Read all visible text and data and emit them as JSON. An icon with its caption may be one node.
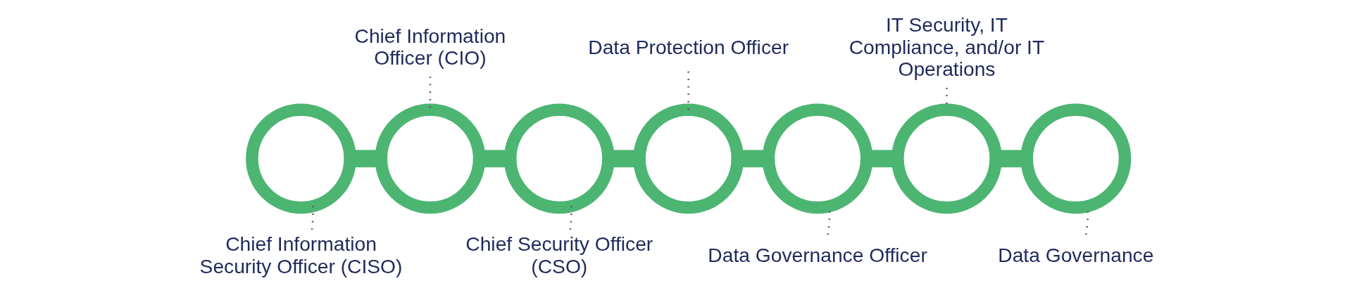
{
  "diagram": {
    "nodes": [
      {
        "text": [],
        "shape": "circle"
      },
      {
        "text": [],
        "shape": "circle"
      },
      {
        "text": [],
        "shape": "circle"
      },
      {
        "text": [],
        "shape": "circle"
      },
      {
        "text": [],
        "shape": "circle"
      },
      {
        "text": [],
        "shape": "circle"
      },
      {
        "text": [],
        "shape": "circle"
      },
      {
        "text": [
          "Chief Information Security Officer (CISO)"
        ]
      },
      {
        "text": [
          "Chief Information Officer (CIO)"
        ]
      },
      {
        "text": [
          "Chief Security Officer (CSO)"
        ]
      },
      {
        "text": [
          "Data Protection Officer"
        ]
      },
      {
        "text": [
          "Data Governance Officer"
        ]
      },
      {
        "text": [
          "IT Security, IT Compliance, and/or IT Operations"
        ]
      },
      {
        "text": [
          "Data Governance"
        ]
      }
    ],
    "edges": [
      {
        "from": 0,
        "to": 1,
        "arrow": "none",
        "style": "thick",
        "color": "#4cb572"
      },
      {
        "from": 1,
        "to": 2,
        "arrow": "none",
        "style": "thick",
        "color": "#4cb572"
      },
      {
        "from": 2,
        "to": 3,
        "arrow": "none",
        "style": "thick",
        "color": "#4cb572"
      },
      {
        "from": 3,
        "to": 4,
        "arrow": "none",
        "style": "thick",
        "color": "#4cb572"
      },
      {
        "from": 4,
        "to": 5,
        "arrow": "none",
        "style": "thick",
        "color": "#4cb572"
      },
      {
        "from": 5,
        "to": 6,
        "arrow": "none",
        "style": "thick",
        "color": "#4cb572"
      },
      {
        "from": 7,
        "to": 0,
        "arrow": "none",
        "style": "dashed"
      },
      {
        "from": 8,
        "to": 1,
        "arrow": "none",
        "style": "dashed"
      },
      {
        "from": 9,
        "to": 2,
        "arrow": "none",
        "style": "dashed"
      },
      {
        "from": 10,
        "to": 3,
        "arrow": "none",
        "style": "dashed"
      },
      {
        "from": 11,
        "to": 4,
        "arrow": "none",
        "style": "dashed"
      },
      {
        "from": 12,
        "to": 5,
        "arrow": "none",
        "style": "dashed"
      },
      {
        "from": 13,
        "to": 6,
        "arrow": "none",
        "style": "dashed"
      }
    ]
  }
}
